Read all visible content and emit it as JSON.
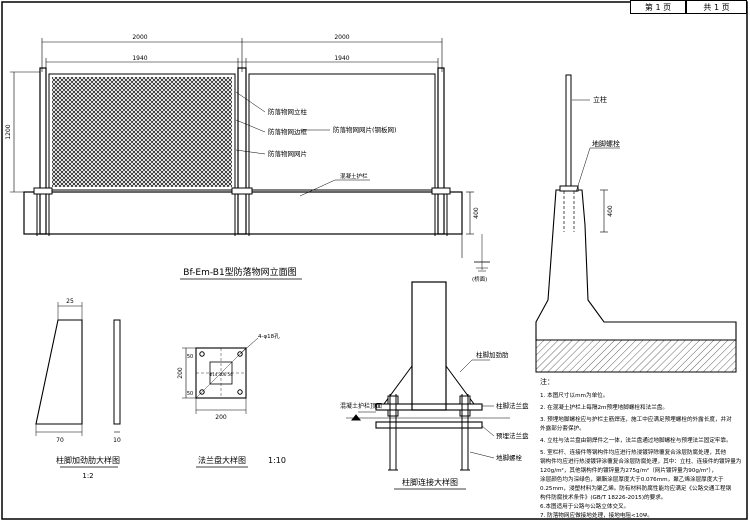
{
  "header": {
    "page_current": "第 1 页",
    "page_total": "共 1 页"
  },
  "elevation": {
    "dim_top_left": "2000",
    "dim_top_right": "2000",
    "dim_inner_left": "1940",
    "dim_inner_right": "1940",
    "dim_height": "1200",
    "dim_base": "400",
    "label_post": "防落物网立柱",
    "label_frame": "防落物网边框",
    "label_mesh_panel": "防落物网网片",
    "label_mesh_steel": "防落物网网片(钢板网)",
    "label_parapet": "混凝土护栏",
    "label_bridge": "(桥面)",
    "title": "Bf-Em-B1型防落物网立面图"
  },
  "section": {
    "label_post": "立柱",
    "label_bolt": "地脚螺栓",
    "dim_400": "400"
  },
  "rib": {
    "dim_25": "25",
    "dim_70": "70",
    "dim_10": "10",
    "title": "柱脚加劲肋大样图",
    "scale": "1:2"
  },
  "flange": {
    "dim_200": "200",
    "dim_50a": "50",
    "dim_50b": "50",
    "hole_label": "4-φ18孔",
    "inner_label": "Φ14 106 56",
    "title": "法兰盘大样图",
    "scale": "1:10"
  },
  "joint": {
    "label_rib": "柱脚加劲肋",
    "label_upper_flange": "柱脚法兰盘",
    "label_parapet_top": "混凝土护栏顶面",
    "label_lower_flange": "预埋法兰盘",
    "label_anchor": "地脚螺栓",
    "title": "柱脚连接大样图"
  },
  "notes": {
    "heading": "注：",
    "lines": [
      "1. 本图尺寸以mm为单位。",
      "2. 在混凝土护栏上每隔2m预埋地脚螺栓和法兰盘。",
      "3. 预埋地脚螺栓应与护栏主筋焊连，施工中应满足预埋螺栓的外露长度，并对",
      "   外露部分套保护。",
      "4. 立柱与法兰盘由钢焊件之一体，法兰盘通过地脚螺栓与预埋法兰固定牢靠。",
      "5. 室栏杆、连接件等钢构件均应进行热浸镀锌除覆复合涂层防腐处理，其他",
      "   钢构件均应进行热浸镀锌涂覆复合涂层防腐处理，其中：立柱、连接件的镀锌量为",
      "   120g/m²，其他钢构件的镀锌量为275g/m²（网片镀锌量为90g/m²），",
      "   涂层颜色均为深绿色，聚酯涂层厚度大于0.076mm，聚乙烯涂层厚度大于",
      "   0.25mm，浸塑材料为聚乙烯。防有材料防腐性能均应满足《公路交通工程钢",
      "   构件防腐技术条件》(GB/T 18226-2015)的要求。",
      "6.本图适用于公路与公路立体交叉。",
      "7. 防落物网应做接地处理，接地电阻<10Ψ。"
    ]
  }
}
